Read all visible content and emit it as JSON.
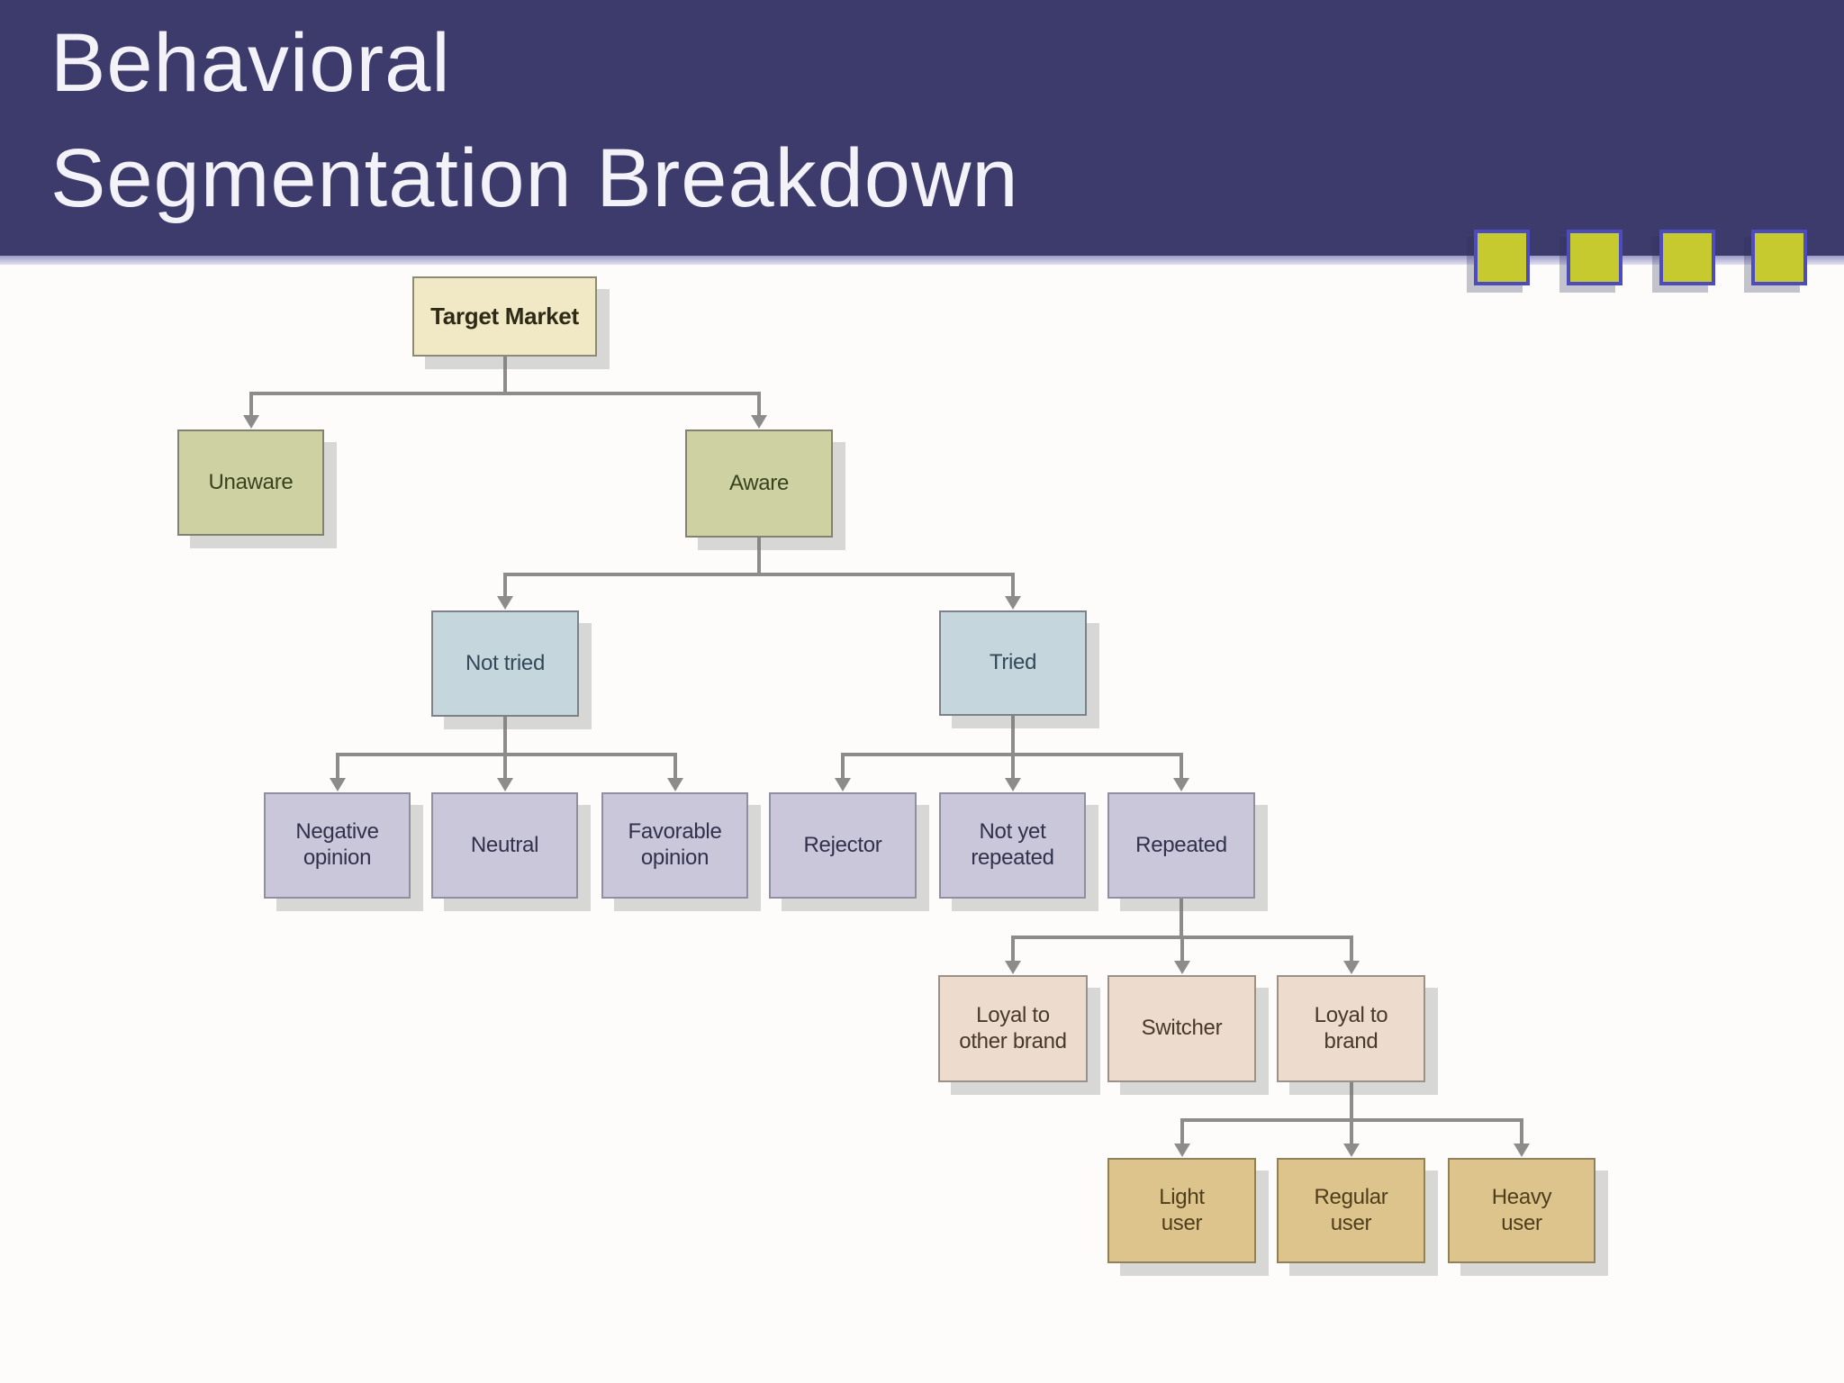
{
  "slide": {
    "title_line1": "Behavioral",
    "title_line2": "Segmentation Breakdown",
    "decor_square_count": 4
  },
  "colors": {
    "header_bg": "#3c3b6b",
    "header_divider_top": "#9b9ac8",
    "header_divider_bottom": "#e2e1f0",
    "title_text": "#f3f2f8",
    "slide_bg": "#fdfcfa",
    "decor_square_fill": "#c6ca2f",
    "decor_square_border": "#4c4cc0",
    "connector": "#8c8c8c",
    "levels": {
      "root": {
        "bg": "#f1e8c6",
        "border": "#8b8a75",
        "text": "#2f2a16"
      },
      "awareness": {
        "bg": "#ced2a2",
        "border": "#82826e",
        "text": "#39421e"
      },
      "trial": {
        "bg": "#c5d6dd",
        "border": "#7d8288",
        "text": "#33495a"
      },
      "opinion": {
        "bg": "#cbc7db",
        "border": "#8f8fa0",
        "text": "#31314c"
      },
      "loyalty": {
        "bg": "#eddccd",
        "border": "#9a9188",
        "text": "#473928"
      },
      "usage": {
        "bg": "#ddc48c",
        "border": "#91815a",
        "text": "#4f3e1c"
      }
    }
  },
  "diagram": {
    "type": "tree",
    "nodes": [
      {
        "id": "target-market",
        "label": "Target Market",
        "level": "root",
        "children": [
          "unaware",
          "aware"
        ]
      },
      {
        "id": "unaware",
        "label": "Unaware",
        "level": "awareness",
        "children": []
      },
      {
        "id": "aware",
        "label": "Aware",
        "level": "awareness",
        "children": [
          "not-tried",
          "tried"
        ]
      },
      {
        "id": "not-tried",
        "label": "Not tried",
        "level": "trial",
        "children": [
          "negative-opinion",
          "neutral",
          "favorable-opinion"
        ]
      },
      {
        "id": "tried",
        "label": "Tried",
        "level": "trial",
        "children": [
          "rejector",
          "not-yet-repeated",
          "repeated"
        ]
      },
      {
        "id": "negative-opinion",
        "label": "Negative\nopinion",
        "level": "opinion",
        "children": []
      },
      {
        "id": "neutral",
        "label": "Neutral",
        "level": "opinion",
        "children": []
      },
      {
        "id": "favorable-opinion",
        "label": "Favorable\nopinion",
        "level": "opinion",
        "children": []
      },
      {
        "id": "rejector",
        "label": "Rejector",
        "level": "opinion",
        "children": []
      },
      {
        "id": "not-yet-repeated",
        "label": "Not yet\nrepeated",
        "level": "opinion",
        "children": []
      },
      {
        "id": "repeated",
        "label": "Repeated",
        "level": "opinion",
        "children": [
          "loyal-other-brand",
          "switcher",
          "loyal-brand"
        ]
      },
      {
        "id": "loyal-other-brand",
        "label": "Loyal to\nother brand",
        "level": "loyalty",
        "children": []
      },
      {
        "id": "switcher",
        "label": "Switcher",
        "level": "loyalty",
        "children": []
      },
      {
        "id": "loyal-brand",
        "label": "Loyal to\nbrand",
        "level": "loyalty",
        "children": [
          "light-user",
          "regular-user",
          "heavy-user"
        ]
      },
      {
        "id": "light-user",
        "label": "Light\nuser",
        "level": "usage",
        "children": []
      },
      {
        "id": "regular-user",
        "label": "Regular\nuser",
        "level": "usage",
        "children": []
      },
      {
        "id": "heavy-user",
        "label": "Heavy\nuser",
        "level": "usage",
        "children": []
      }
    ]
  }
}
